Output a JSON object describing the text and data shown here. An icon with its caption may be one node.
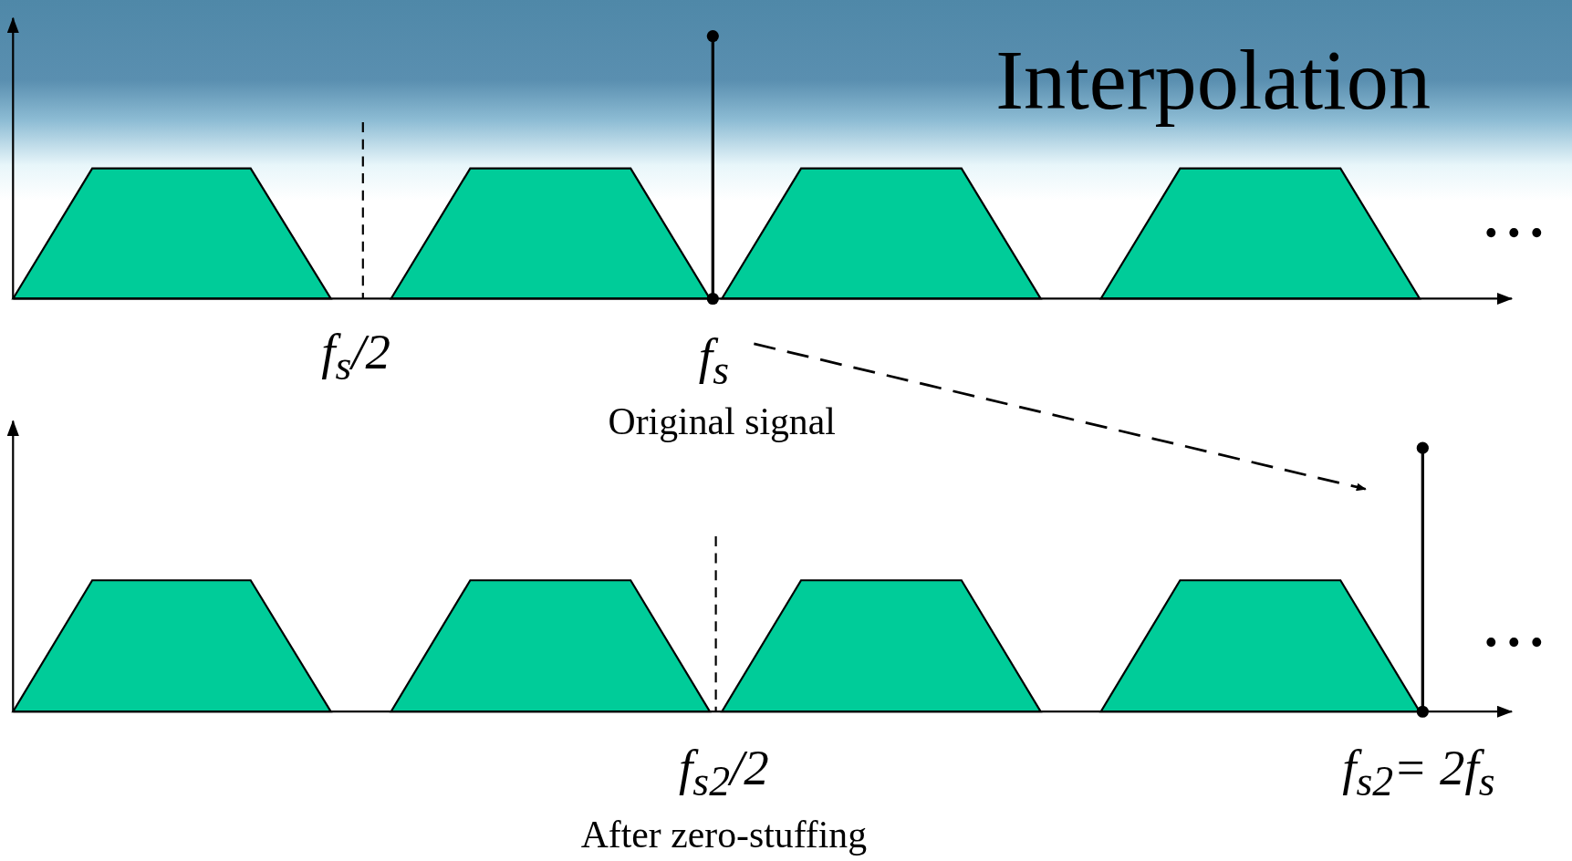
{
  "diagram": {
    "title": "Interpolation",
    "nodes": [
      {
        "text": [
          "f$_{s}$"
        ]
      },
      {
        "text": [],
        "shape": "bar"
      }
    ],
    "edges": [
      {
        "from": 0,
        "to": 1,
        "arrow": "to",
        "style": "dashed"
      }
    ],
    "labels": [
      "• • •",
      "f$_{s}$/2",
      "Original signal",
      "• • •",
      "f$_{s2}$/2",
      "f$_{s2}$= 2f$_{s}$",
      "After zero-stuffing"
    ]
  }
}
